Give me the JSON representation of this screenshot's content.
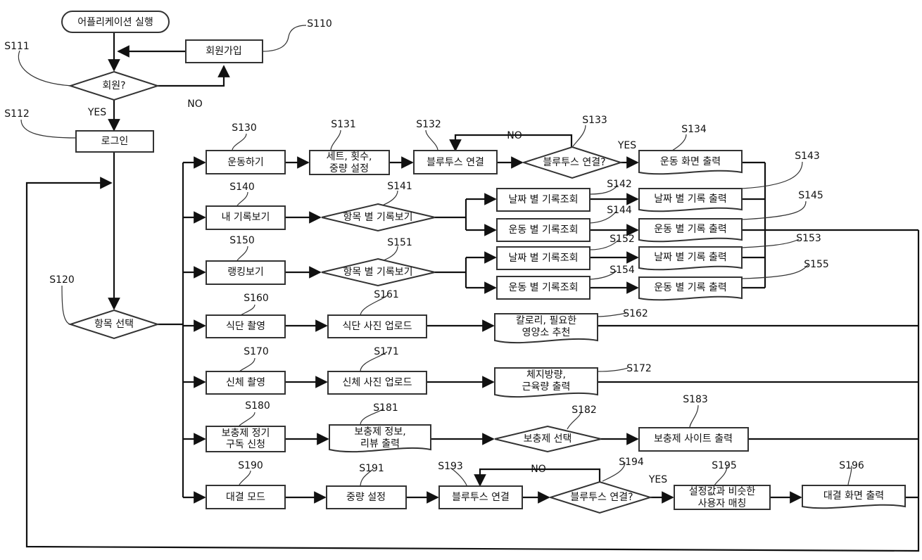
{
  "nodes": {
    "start": "어플리케이션 실행",
    "signup": "회원가입",
    "member_q": "회원?",
    "login": "로그인",
    "select_item": "항목 선택",
    "exercise": "운동하기",
    "set_reps_1": "세트, 횟수,",
    "set_reps_2": "중량 설정",
    "bt_connect_1": "블루투스 연결",
    "bt_q_1": "블루투스 연결?",
    "exercise_out": "운동 화면 출력",
    "my_records": "내 기록보기",
    "by_item_q_1": "항목 별 기록보기",
    "date_lookup_1": "날짜 별 기록조회",
    "ex_lookup_1": "운동 별 기록조회",
    "date_out_1": "날짜 별 기록 출력",
    "ex_out_1": "운동 별 기록 출력",
    "ranking": "랭킹보기",
    "by_item_q_2": "항목 별 기록보기",
    "date_lookup_2": "날짜 별 기록조회",
    "ex_lookup_2": "운동 별 기록조회",
    "date_out_2": "날짜 별 기록 출력",
    "ex_out_2": "운동 별 기록 출력",
    "diet_photo": "식단 촬영",
    "diet_upload": "식단 사진 업로드",
    "calorie_1": "칼로리, 필요한",
    "calorie_2": "영양소 추천",
    "body_photo": "신체 촬영",
    "body_upload": "신체 사진 업로드",
    "bodyfat_1": "체지방량,",
    "bodyfat_2": "근육량 출력",
    "supp_sub_1": "보충제 정기",
    "supp_sub_2": "구독 신청",
    "supp_info_1": "보충제 정보,",
    "supp_info_2": "리뷰 출력",
    "supp_select": "보충제 선택",
    "supp_site": "보충제 사이트 출력",
    "battle": "대결 모드",
    "weight_set": "중량 설정",
    "bt_connect_2": "블루투스 연결",
    "bt_q_2": "블루투스 연결?",
    "match_1": "설정값과 비슷한",
    "match_2": "사용자 매칭",
    "battle_out": "대결 화면 출력"
  },
  "refs": {
    "s110": "S110",
    "s111": "S111",
    "s112": "S112",
    "s120": "S120",
    "s130": "S130",
    "s131": "S131",
    "s132": "S132",
    "s133": "S133",
    "s134": "S134",
    "s140": "S140",
    "s141": "S141",
    "s142": "S142",
    "s143": "S143",
    "s144": "S144",
    "s145": "S145",
    "s150": "S150",
    "s151": "S151",
    "s152": "S152",
    "s153": "S153",
    "s154": "S154",
    "s155": "S155",
    "s160": "S160",
    "s161": "S161",
    "s162": "S162",
    "s170": "S170",
    "s171": "S171",
    "s172": "S172",
    "s180": "S180",
    "s181": "S181",
    "s182": "S182",
    "s183": "S183",
    "s190": "S190",
    "s191": "S191",
    "s193": "S193",
    "s194": "S194",
    "s195": "S195",
    "s196": "S196"
  },
  "labels": {
    "yes_member": "YES",
    "no_member": "NO",
    "no_bt_1": "NO",
    "yes_bt_1": "YES",
    "no_bt_2": "NO",
    "yes_bt_2": "YES"
  }
}
